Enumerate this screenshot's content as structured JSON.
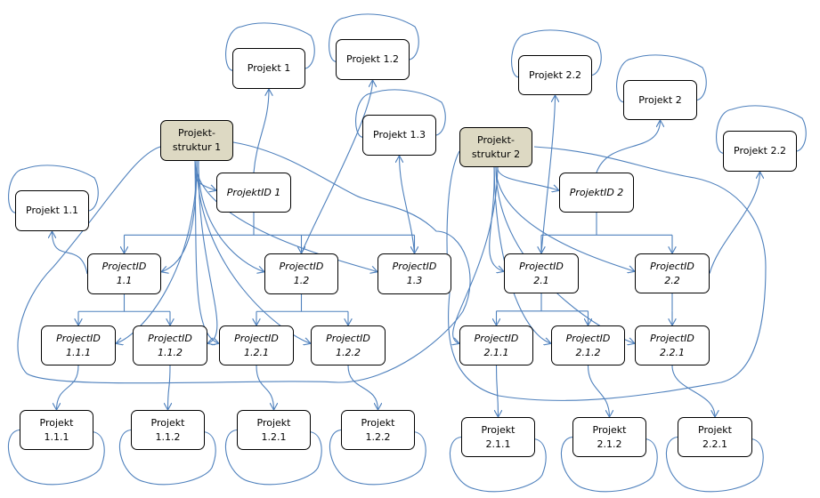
{
  "diagram": {
    "colors": {
      "edge": "#4f81bd",
      "root_fill": "#ddd9c3",
      "node_fill": "#ffffff",
      "border": "#000000"
    },
    "nodes": [
      {
        "id": "ps1",
        "lines": [
          "Projekt-",
          "struktur 1"
        ],
        "kind": "root"
      },
      {
        "id": "pid1",
        "lines": [
          "ProjektID  1"
        ],
        "kind": "id"
      },
      {
        "id": "p1",
        "lines": [
          "Projekt 1"
        ],
        "kind": "project"
      },
      {
        "id": "p12top",
        "lines": [
          "Projekt 1.2"
        ],
        "kind": "project"
      },
      {
        "id": "p13",
        "lines": [
          "Projekt 1.3"
        ],
        "kind": "project"
      },
      {
        "id": "p11",
        "lines": [
          "Projekt 1.1"
        ],
        "kind": "project"
      },
      {
        "id": "id11",
        "lines": [
          "ProjectID",
          "1.1"
        ],
        "kind": "id"
      },
      {
        "id": "id12",
        "lines": [
          "ProjectID",
          "1.2"
        ],
        "kind": "id"
      },
      {
        "id": "id13",
        "lines": [
          "ProjectID",
          "1.3"
        ],
        "kind": "id"
      },
      {
        "id": "id111",
        "lines": [
          "ProjectID",
          "1.1.1"
        ],
        "kind": "id"
      },
      {
        "id": "id112",
        "lines": [
          "ProjectID",
          "1.1.2"
        ],
        "kind": "id"
      },
      {
        "id": "id121",
        "lines": [
          "ProjectID",
          "1.2.1"
        ],
        "kind": "id"
      },
      {
        "id": "id122",
        "lines": [
          "ProjectID",
          "1.2.2"
        ],
        "kind": "id"
      },
      {
        "id": "p111",
        "lines": [
          "Projekt",
          "1.1.1"
        ],
        "kind": "project"
      },
      {
        "id": "p112",
        "lines": [
          "Projekt",
          "1.1.2"
        ],
        "kind": "project"
      },
      {
        "id": "p121",
        "lines": [
          "Projekt",
          "1.2.1"
        ],
        "kind": "project"
      },
      {
        "id": "p122",
        "lines": [
          "Projekt",
          "1.2.2"
        ],
        "kind": "project"
      },
      {
        "id": "ps2",
        "lines": [
          "Projekt-",
          "struktur 2"
        ],
        "kind": "root"
      },
      {
        "id": "pid2",
        "lines": [
          "ProjektID  2"
        ],
        "kind": "id"
      },
      {
        "id": "p22top",
        "lines": [
          "Projekt 2.2"
        ],
        "kind": "project"
      },
      {
        "id": "p2",
        "lines": [
          "Projekt 2"
        ],
        "kind": "project"
      },
      {
        "id": "p22right",
        "lines": [
          "Projekt 2.2"
        ],
        "kind": "project"
      },
      {
        "id": "id21",
        "lines": [
          "ProjectID",
          "2.1"
        ],
        "kind": "id"
      },
      {
        "id": "id22",
        "lines": [
          "ProjectID",
          "2.2"
        ],
        "kind": "id"
      },
      {
        "id": "id211",
        "lines": [
          "ProjectID",
          "2.1.1"
        ],
        "kind": "id"
      },
      {
        "id": "id212",
        "lines": [
          "ProjectID",
          "2.1.2"
        ],
        "kind": "id"
      },
      {
        "id": "id221",
        "lines": [
          "ProjectID",
          "2.2.1"
        ],
        "kind": "id"
      },
      {
        "id": "p211",
        "lines": [
          "Projekt",
          "2.1.1"
        ],
        "kind": "project"
      },
      {
        "id": "p212",
        "lines": [
          "Projekt",
          "2.1.2"
        ],
        "kind": "project"
      },
      {
        "id": "p221",
        "lines": [
          "Projekt",
          "2.2.1"
        ],
        "kind": "project"
      }
    ],
    "tree_edges": [
      [
        "pid1",
        "id11"
      ],
      [
        "pid1",
        "id12"
      ],
      [
        "pid1",
        "id13"
      ],
      [
        "id11",
        "id111"
      ],
      [
        "id11",
        "id112"
      ],
      [
        "id12",
        "id121"
      ],
      [
        "id12",
        "id122"
      ],
      [
        "pid2",
        "id21"
      ],
      [
        "pid2",
        "id22"
      ],
      [
        "id21",
        "id211"
      ],
      [
        "id21",
        "id212"
      ],
      [
        "id22",
        "id221"
      ]
    ],
    "reference_edges": [
      [
        "pid1",
        "p1"
      ],
      [
        "id11",
        "p11"
      ],
      [
        "id12",
        "p12top"
      ],
      [
        "id13",
        "p13"
      ],
      [
        "id111",
        "p111"
      ],
      [
        "id112",
        "p112"
      ],
      [
        "id121",
        "p121"
      ],
      [
        "id122",
        "p122"
      ],
      [
        "pid2",
        "p2"
      ],
      [
        "id21",
        "p22top"
      ],
      [
        "id22",
        "p22right"
      ],
      [
        "id211",
        "p211"
      ],
      [
        "id212",
        "p212"
      ],
      [
        "id221",
        "p221"
      ]
    ],
    "root_edges": [
      [
        "ps1",
        "pid1"
      ],
      [
        "ps1",
        "id11"
      ],
      [
        "ps1",
        "id12"
      ],
      [
        "ps1",
        "id13"
      ],
      [
        "ps1",
        "id111"
      ],
      [
        "ps1",
        "id112"
      ],
      [
        "ps1",
        "id121"
      ],
      [
        "ps1",
        "id122"
      ],
      [
        "ps2",
        "pid2"
      ],
      [
        "ps2",
        "id21"
      ],
      [
        "ps2",
        "id22"
      ],
      [
        "ps2",
        "id211"
      ],
      [
        "ps2",
        "id212"
      ],
      [
        "ps2",
        "id221"
      ]
    ],
    "self_loop_nodes": [
      "p1",
      "p12top",
      "p13",
      "p11",
      "p111",
      "p112",
      "p121",
      "p122",
      "p22top",
      "p2",
      "p22right",
      "p211",
      "p212",
      "p221"
    ]
  }
}
